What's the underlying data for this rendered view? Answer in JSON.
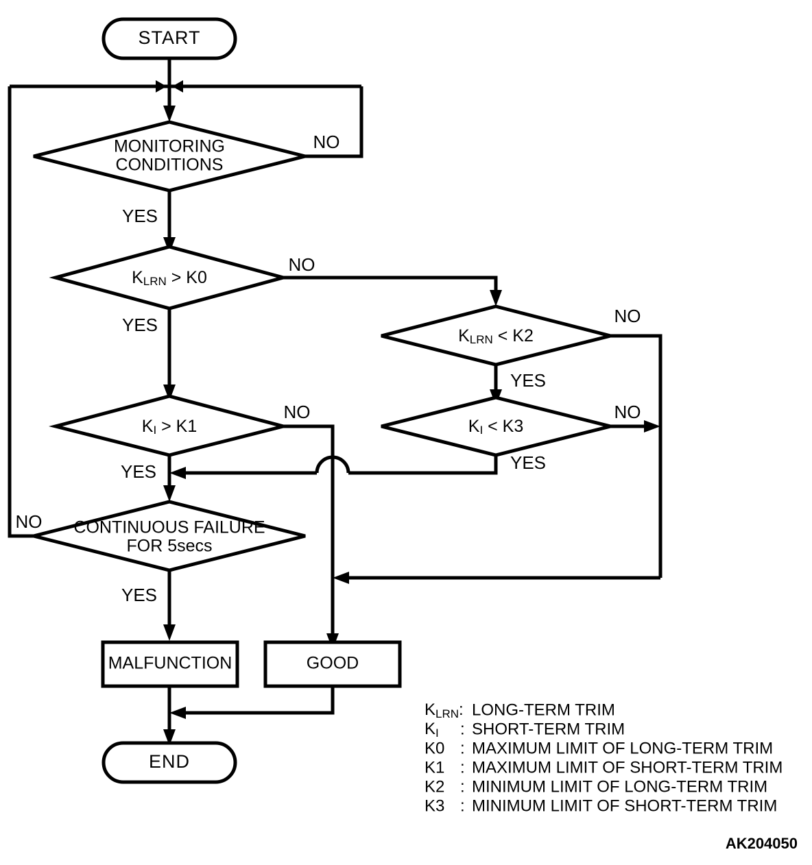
{
  "figure": {
    "id_label": "AK204050"
  },
  "nodes": {
    "start": {
      "label": "START",
      "shape": "terminator"
    },
    "monitoring": {
      "line1": "MONITORING",
      "line2": "CONDITIONS",
      "shape": "decision"
    },
    "klrn_gt_k0": {
      "base": "K",
      "sub": "LRN",
      "rest": " > K0",
      "shape": "decision"
    },
    "ki_gt_k1": {
      "base": "K",
      "sub": "I",
      "rest": " > K1",
      "shape": "decision"
    },
    "klrn_lt_k2": {
      "base": "K",
      "sub": "LRN",
      "rest": " < K2",
      "shape": "decision"
    },
    "ki_lt_k3": {
      "base": "K",
      "sub": "I",
      "rest": " < K3",
      "shape": "decision"
    },
    "continuous_failure": {
      "line1": "CONTINUOUS FAILURE",
      "line2": "FOR 5secs",
      "shape": "decision"
    },
    "malfunction": {
      "label": "MALFUNCTION",
      "shape": "process"
    },
    "good": {
      "label": "GOOD",
      "shape": "process"
    },
    "end": {
      "label": "END",
      "shape": "terminator"
    }
  },
  "edge_labels": {
    "monitoring_no": "NO",
    "monitoring_yes": "YES",
    "klrn_gt_k0_no": "NO",
    "klrn_gt_k0_yes": "YES",
    "ki_gt_k1_no": "NO",
    "ki_gt_k1_yes": "YES",
    "klrn_lt_k2_no": "NO",
    "klrn_lt_k2_yes": "YES",
    "ki_lt_k3_no": "NO",
    "ki_lt_k3_yes": "YES",
    "continuous_failure_no": "NO",
    "continuous_failure_yes": "YES"
  },
  "legend": {
    "rows": [
      {
        "base": "K",
        "sub": "LRN",
        "sep": ":",
        "desc": "LONG-TERM TRIM"
      },
      {
        "base": "K",
        "sub": "I",
        "sep": ":",
        "desc": "SHORT-TERM TRIM"
      },
      {
        "base": "K0",
        "sub": "",
        "sep": ":",
        "desc": "MAXIMUM LIMIT OF LONG-TERM TRIM"
      },
      {
        "base": "K1",
        "sub": "",
        "sep": ":",
        "desc": "MAXIMUM LIMIT OF SHORT-TERM TRIM"
      },
      {
        "base": "K2",
        "sub": "",
        "sep": ":",
        "desc": "MINIMUM LIMIT OF LONG-TERM TRIM"
      },
      {
        "base": "K3",
        "sub": "",
        "sep": ":",
        "desc": "MINIMUM LIMIT OF SHORT-TERM TRIM"
      }
    ]
  },
  "colors": {
    "stroke": "#000000",
    "fill": "#ffffff",
    "background": "#ffffff"
  }
}
